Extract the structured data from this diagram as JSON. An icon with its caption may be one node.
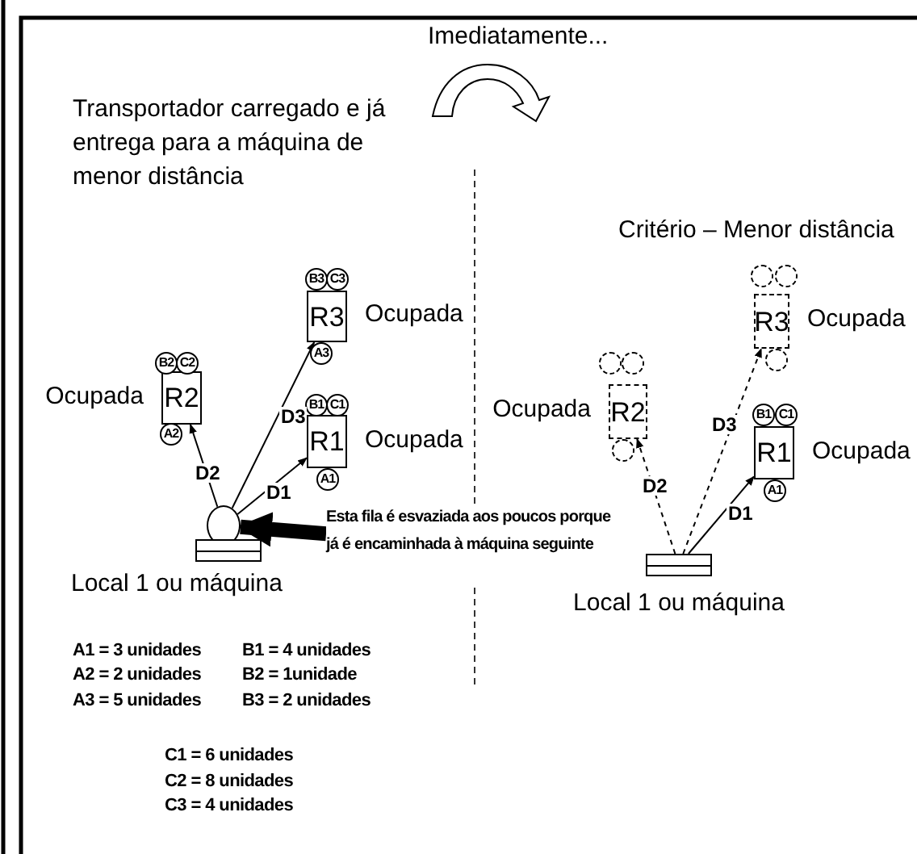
{
  "diagram": {
    "nodes": [
      {
        "text": [
          "R3"
        ],
        "beside": [
          "Ocupada"
        ]
      },
      {
        "text": [
          "B3"
        ]
      },
      {
        "text": [
          "C3"
        ]
      },
      {
        "text": [
          "A3"
        ]
      },
      {
        "text": [
          "R2"
        ],
        "beside": [
          "Ocupada"
        ]
      },
      {
        "text": [
          "B2"
        ]
      },
      {
        "text": [
          "C2"
        ]
      },
      {
        "text": [
          "A2"
        ]
      },
      {
        "text": [
          "R1"
        ],
        "beside": [
          "Ocupada"
        ]
      },
      {
        "text": [
          "B1"
        ]
      },
      {
        "text": [
          "C1"
        ]
      },
      {
        "text": [
          "A1"
        ]
      },
      {
        "text": [],
        "shape": "circle"
      },
      {
        "text": [],
        "shape": "bar"
      },
      {
        "text": [
          "Esta fila é esvaziada aos poucos porque já é encaminhada à máquina seguinte"
        ]
      },
      {
        "text": [
          "R3"
        ],
        "beside": [
          "Ocupada"
        ]
      },
      {
        "text": [],
        "shape": "circle"
      },
      {
        "text": [],
        "shape": "circle"
      },
      {
        "text": [],
        "shape": "circle"
      },
      {
        "text": [
          "R2"
        ],
        "beside": [
          "Ocupada"
        ]
      },
      {
        "text": [],
        "shape": "circle"
      },
      {
        "text": [],
        "shape": "circle"
      },
      {
        "text": [],
        "shape": "circle"
      },
      {
        "text": [
          "R1"
        ],
        "beside": [
          "Ocupada"
        ]
      },
      {
        "text": [
          "B1"
        ]
      },
      {
        "text": [
          "C1"
        ]
      },
      {
        "text": [
          "A1"
        ]
      },
      {
        "text": [],
        "shape": "bar",
        "beside": [
          "Local 1 ou máquina"
        ]
      }
    ],
    "edges": [
      {
        "from": 12,
        "to": 8,
        "arrow": "to",
        "label": "D1"
      },
      {
        "from": 12,
        "to": 4,
        "arrow": "to",
        "label": "D2"
      },
      {
        "from": 12,
        "to": 0,
        "arrow": "to",
        "label": "D3"
      },
      {
        "from": 14,
        "to": 12,
        "arrow": "to",
        "style": "thick"
      },
      {
        "from": 27,
        "to": 23,
        "arrow": "to",
        "label": "D1"
      },
      {
        "from": 27,
        "to": 19,
        "arrow": "to",
        "label": "D2",
        "style": "dashed"
      },
      {
        "from": 27,
        "to": 15,
        "arrow": "to",
        "label": "D3",
        "style": "dashed"
      }
    ],
    "labels": [
      "Imediatamente...",
      "Local 1 ou máquina",
      "Transportador carregado e já entrega para a máquina de menor distância",
      "Critério – Menor distância",
      "A1 = 3 unidades",
      "B1 = 4 unidades",
      "A2 = 2 unidades",
      "B2 = 1unidade",
      "A3 = 5 unidades",
      "B3 = 2 unidades",
      "C1 = 6 unidades",
      "C2 = 8 unidades",
      "C3 = 4 unidades"
    ]
  }
}
